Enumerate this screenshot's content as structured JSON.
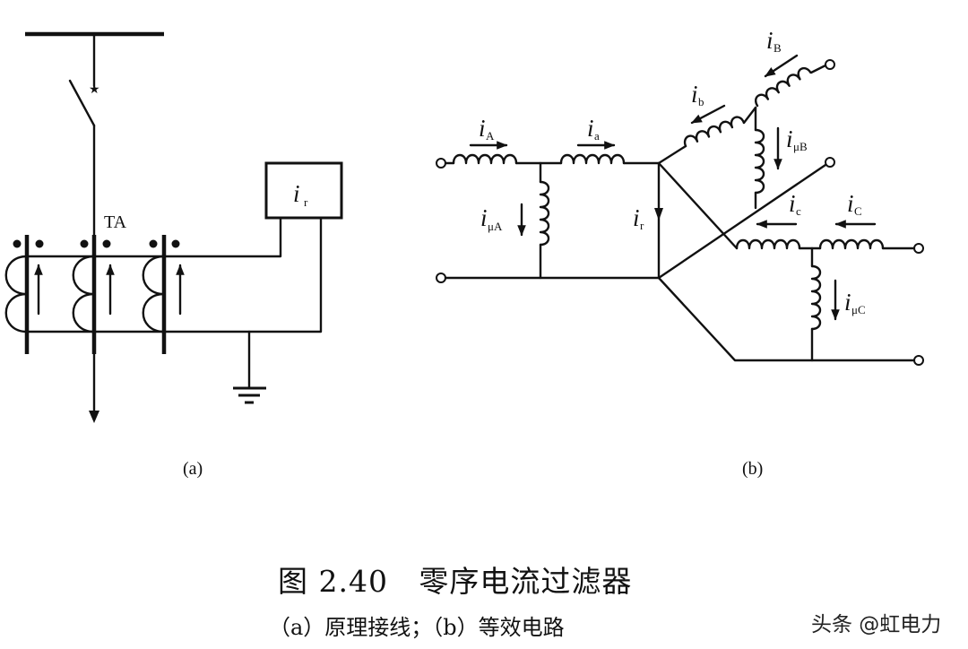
{
  "figure": {
    "caption_title": "图 2.40   零序电流过滤器",
    "caption_subtitle": "（a）原理接线；（b）等效电路",
    "watermark": "头条 @虹电力"
  },
  "panel_a": {
    "sublabel": "(a)",
    "ct_label": "TA",
    "relay_symbol": "i",
    "relay_subscript": "r",
    "components": [
      "busbar",
      "circuit-breaker",
      "current-transformer-phase-a",
      "current-transformer-phase-b",
      "current-transformer-phase-c",
      "relay-box",
      "ground"
    ]
  },
  "panel_b": {
    "sublabel": "(b)",
    "currents": [
      {
        "id": "iA",
        "symbol": "i",
        "sub": "A"
      },
      {
        "id": "ia",
        "symbol": "i",
        "sub": "a"
      },
      {
        "id": "iuA",
        "symbol": "i",
        "sub": "μA"
      },
      {
        "id": "ir",
        "symbol": "i",
        "sub": "r"
      },
      {
        "id": "ib",
        "symbol": "i",
        "sub": "b"
      },
      {
        "id": "iB",
        "symbol": "i",
        "sub": "B"
      },
      {
        "id": "iuB",
        "symbol": "i",
        "sub": "μB"
      },
      {
        "id": "ic",
        "symbol": "i",
        "sub": "c"
      },
      {
        "id": "iC",
        "symbol": "i",
        "sub": "C"
      },
      {
        "id": "iuC",
        "symbol": "i",
        "sub": "μC"
      }
    ]
  }
}
